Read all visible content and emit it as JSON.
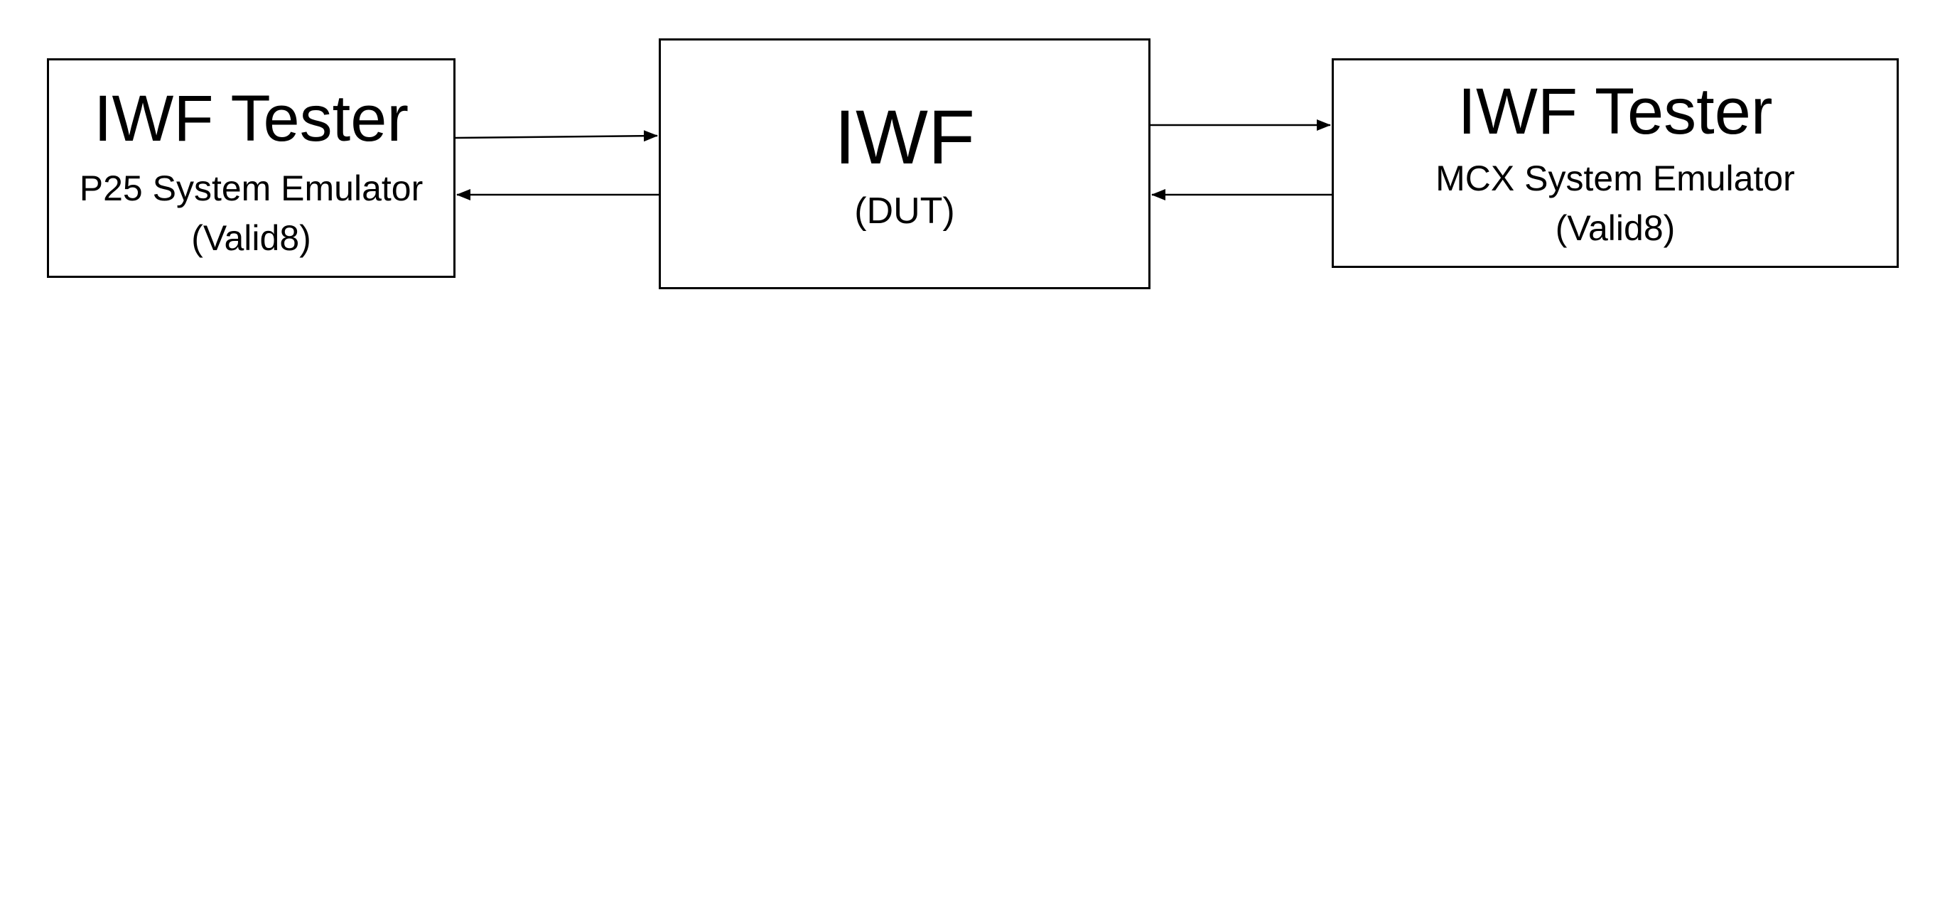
{
  "diagram": {
    "left_node": {
      "title": "IWF Tester",
      "subtitle": "P25 System Emulator",
      "note": "(Valid8)"
    },
    "center_node": {
      "title": "IWF",
      "subtitle": "(DUT)"
    },
    "right_node": {
      "title": "IWF Tester",
      "subtitle": "MCX System Emulator",
      "note": "(Valid8)"
    },
    "connections": [
      {
        "from": "left_node",
        "to": "center_node"
      },
      {
        "from": "center_node",
        "to": "left_node"
      },
      {
        "from": "center_node",
        "to": "right_node"
      },
      {
        "from": "right_node",
        "to": "center_node"
      }
    ]
  }
}
